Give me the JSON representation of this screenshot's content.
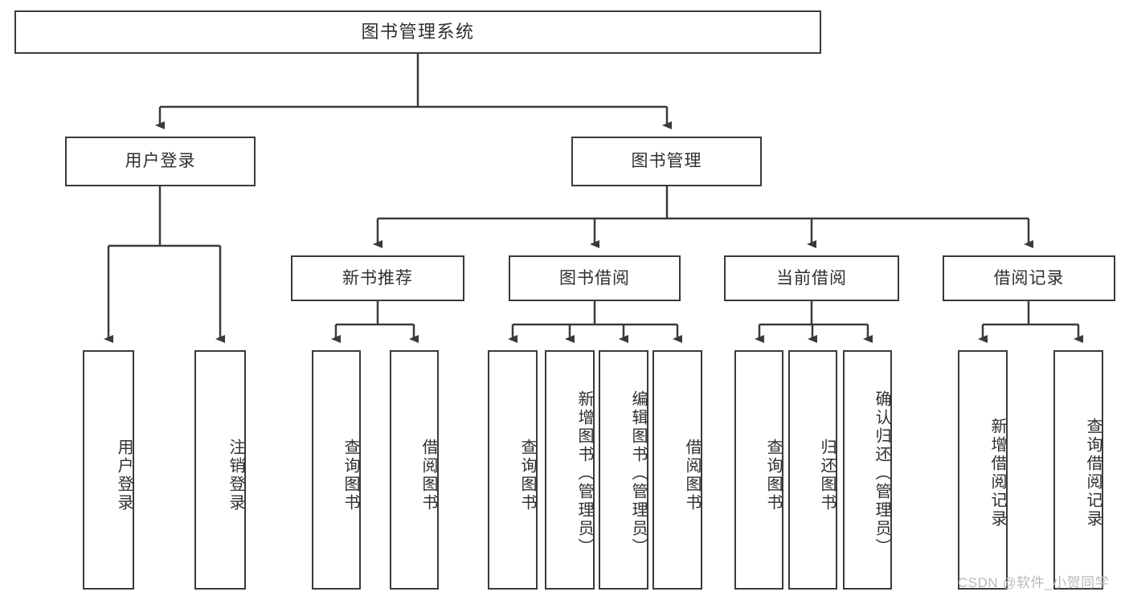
{
  "diagram": {
    "title": "图书管理系统",
    "type": "tree-hierarchy",
    "watermark": "CSDN @软件_小贺同学",
    "colors": {
      "stroke": "#3a3a3a",
      "fill": "#ffffff",
      "text": "#2f2f2f",
      "watermark": "#b9b9b9"
    },
    "root": {
      "label": "图书管理系统"
    },
    "level2": [
      {
        "label": "用户登录"
      },
      {
        "label": "图书管理"
      }
    ],
    "level3": [
      {
        "label": "新书推荐"
      },
      {
        "label": "图书借阅"
      },
      {
        "label": "当前借阅"
      },
      {
        "label": "借阅记录"
      }
    ],
    "leaves": {
      "user_login": [
        {
          "label": "用户登录"
        },
        {
          "label": "注销登录"
        }
      ],
      "new_book_recommend": [
        {
          "label": "查询图书"
        },
        {
          "label": "借阅图书"
        }
      ],
      "book_borrow": [
        {
          "label": "查询图书"
        },
        {
          "label": "新增图书（管理员）"
        },
        {
          "label": "编辑图书（管理员）"
        },
        {
          "label": "借阅图书"
        }
      ],
      "current_borrow": [
        {
          "label": "查询图书"
        },
        {
          "label": "归还图书"
        },
        {
          "label": "确认归还（管理员）"
        }
      ],
      "borrow_record": [
        {
          "label": "新增借阅记录"
        },
        {
          "label": "查询借阅记录"
        }
      ]
    }
  }
}
